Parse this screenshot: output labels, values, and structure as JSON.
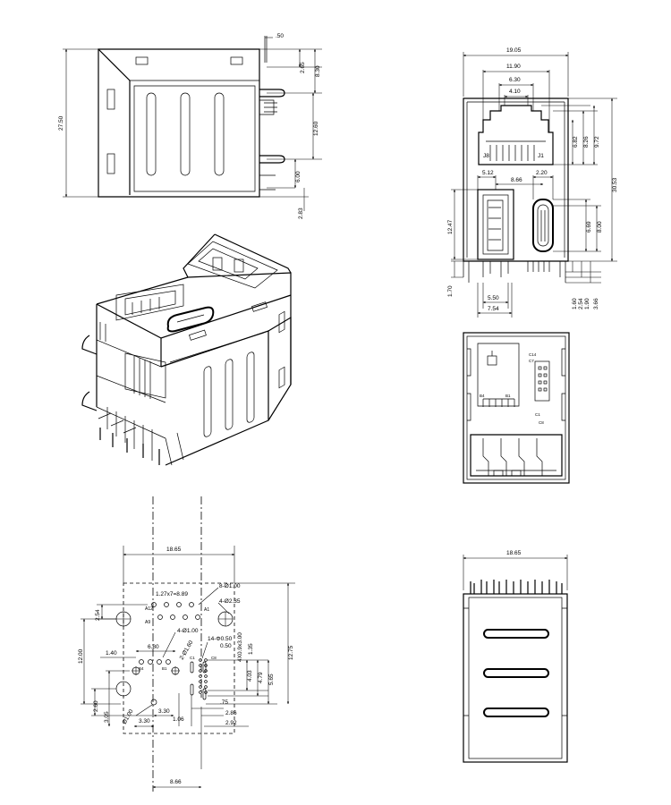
{
  "side_view": {
    "d1": ".50",
    "d2": "2.65",
    "d3": "8.30",
    "d4": "27.50",
    "d5": "12.60",
    "d6": "6.00",
    "d7": "2.83"
  },
  "front_view": {
    "w1": "19.05",
    "w2": "11.90",
    "w3": "6.30",
    "w4": "4.10",
    "h1": "6.82",
    "h2": "8.26",
    "h3": "9.72",
    "pin_j8": "J8",
    "pin_j1": "J1",
    "w5": "5.12",
    "w6": "2.20",
    "w7": "8.66",
    "h4": "30.53",
    "h5": "12.47",
    "h6": "6.69",
    "h7": "8.00",
    "b1": "1.70",
    "b2": "5.50",
    "b3": "7.54",
    "b4": "1.60",
    "b5": "2.54",
    "b6": "1.90",
    "b7": "3.66"
  },
  "bottom_view": {
    "c14": "C14",
    "c7": "C7",
    "b4": "B4",
    "b1": "B1",
    "c1": "C1",
    "c8": "C8"
  },
  "footprint": {
    "w1": "18.65",
    "l1": "8-Ø1.00",
    "l2": "4-Ø2.35",
    "l3": "1.27x7=8.89",
    "a1": "A1",
    "a12": "A12",
    "a9": "A9",
    "d1": "2.54",
    "l4": "4-Ø1.00",
    "d2": "6.80",
    "l5": "2-Ø1.60",
    "l6": "14-Φ0.50",
    "d3": "0.50",
    "l7": "4X0.9x3.00",
    "d4": "1.35",
    "d5": "12.75",
    "d6": "12.00",
    "d7": "1.40",
    "c1": "C1",
    "c8": "C8",
    "b1": "B1",
    "b4": "B4",
    "d8": "4.03",
    "d9": "4.79",
    "d10": "5.65",
    "d11": "2.60",
    "d12": "3.05",
    "l8": "Ø1.00",
    "d13": "3.30",
    "d14": "3.30",
    "d15": "1.06",
    "d16": ".75",
    "d17": "2.86",
    "d18": "2.92",
    "d19": "8.66"
  },
  "rear_view": {
    "w1": "18.65"
  }
}
